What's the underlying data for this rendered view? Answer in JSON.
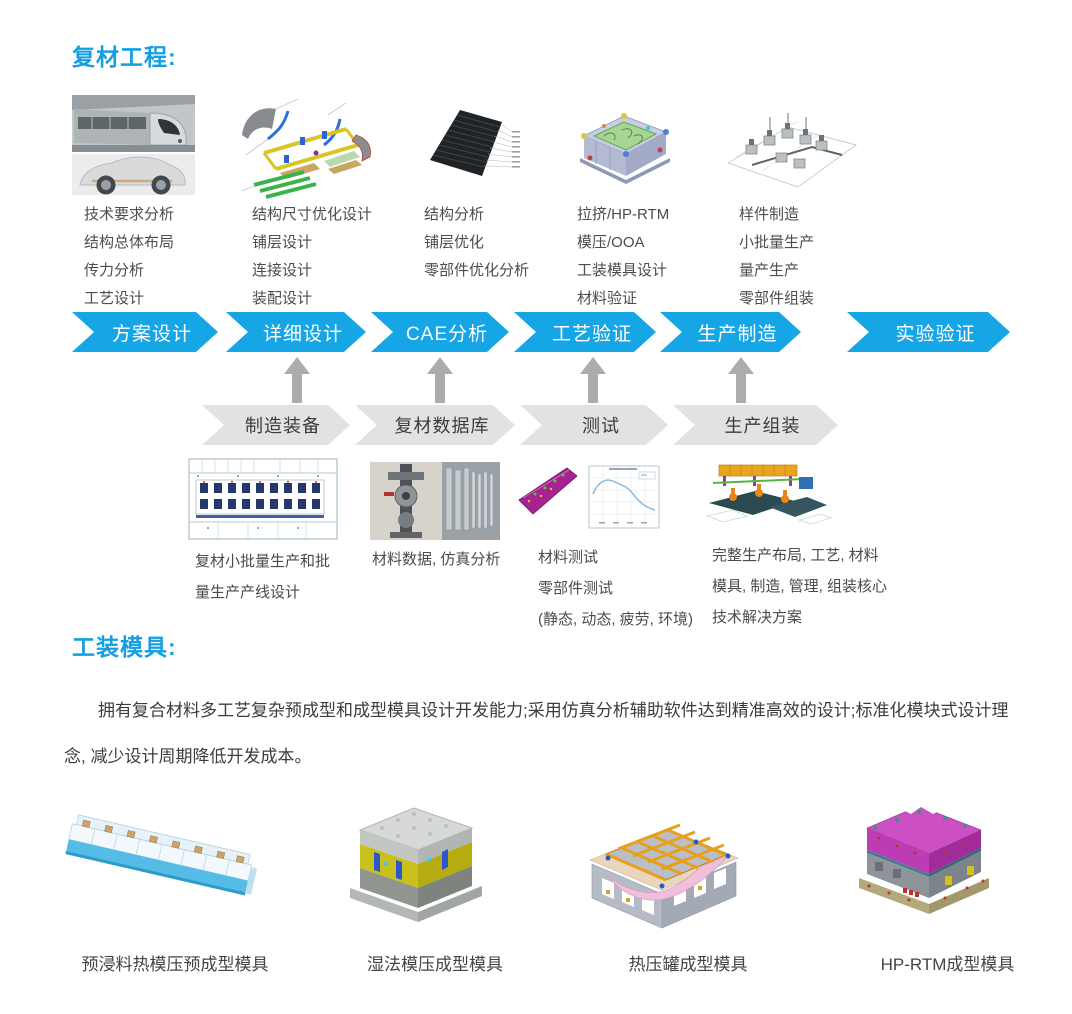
{
  "colors": {
    "accent_blue": "#139FE2",
    "process_arrow_blue": "#16A5E5",
    "support_arrow_gray": "#E2E2E2",
    "up_arrow_gray": "#ACACAC",
    "body_text": "#4A4A4A"
  },
  "composites": {
    "title": "复材工程:",
    "stages": [
      {
        "image": "train-and-concept-car-photo",
        "items": [
          "技术要求分析",
          "结构总体布局",
          "传力分析",
          "工艺设计"
        ]
      },
      {
        "image": "exploded-structure-diagram",
        "items": [
          "结构尺寸优化设计",
          "铺层设计",
          "连接设计",
          "装配设计"
        ]
      },
      {
        "image": "composite-layup-stack",
        "items": [
          "结构分析",
          "铺层优化",
          "零部件优化分析"
        ]
      },
      {
        "image": "mold-cad-model",
        "items": [
          "拉挤/HP-RTM",
          "模压/OOA",
          "工装模具设计",
          "材料验证"
        ]
      },
      {
        "image": "production-line-wireframe",
        "items": [
          "样件制造",
          "小批量生产",
          "量产生产",
          "零部件组装"
        ]
      }
    ],
    "process_steps": [
      "方案设计",
      "详细设计",
      "CAE分析",
      "工艺验证",
      "生产制造",
      "实验验证"
    ],
    "support_steps": [
      "制造装备",
      "复材数据库",
      "测试",
      "生产组装"
    ],
    "support_details": [
      {
        "image": "factory-floor-plan",
        "caption": "复材小批量生产和批\n量生产产线设计"
      },
      {
        "image": "material-testing-photo",
        "caption": "材料数据, 仿真分析"
      },
      {
        "image": "component-test-and-chart",
        "caption": "材料测试\n零部件测试\n(静态, 动态, 疲劳, 环境)"
      },
      {
        "image": "assembly-line-render",
        "caption": "完整生产布局, 工艺, 材料\n模具, 制造, 管理, 组装核心\n技术解决方案"
      }
    ]
  },
  "tooling": {
    "title": "工装模具:",
    "paragraph": "拥有复合材料多工艺复杂预成型和成型模具设计开发能力;采用仿真分析辅助软件达到精准高效的设计;标准化模块式设计理念, 减少设计周期降低开发成本。",
    "molds": [
      {
        "image": "prepreg-hot-press-preform-mold",
        "label": "预浸料热模压预成型模具"
      },
      {
        "image": "wet-compression-mold",
        "label": "湿法模压成型模具"
      },
      {
        "image": "autoclave-mold",
        "label": "热压罐成型模具"
      },
      {
        "image": "hp-rtm-mold",
        "label": "HP-RTM成型模具"
      }
    ]
  }
}
